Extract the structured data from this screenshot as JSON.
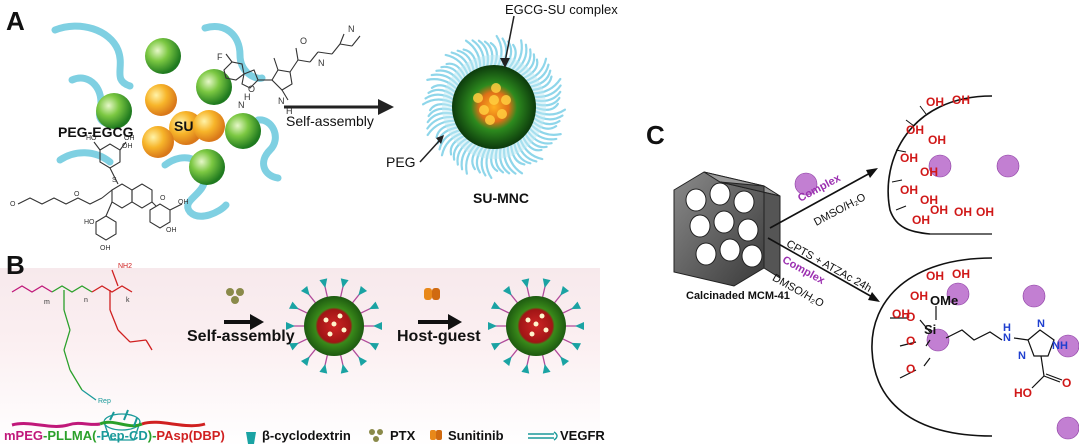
{
  "panel_a": {
    "letter": "A",
    "egcg_su_label": "EGCG-SU complex",
    "su_label": "SU",
    "peg_egcg_label": "PEG-EGCG",
    "arrow_label": "Self-assembly",
    "peg_label": "PEG",
    "nanocomplex_label": "SU-MNC"
  },
  "panel_b": {
    "letter": "B",
    "step1_label": "Self-assembly",
    "step2_label": "Host-guest",
    "polymer_name_parts": [
      "mPEG",
      "-PLLMA(",
      "-Pep-CD",
      ")-",
      "PAsp(DBP)"
    ],
    "polymer_name_colors": [
      "#c0187a",
      "#2aa02a",
      "#1a9a9a",
      "#2aa02a",
      "#d02020"
    ],
    "legend": [
      "β-cyclodextrin",
      "PTX",
      "Sunitinib",
      "VEGFR"
    ],
    "chem_labels": {
      "m": "m",
      "n": "n",
      "k": "k",
      "rep": "Rep",
      "nh2": "NH2"
    }
  },
  "panel_c": {
    "letter": "C",
    "material_label": "Calcinaded MCM-41",
    "upper_arrow_top": "Complex",
    "upper_arrow_bottom": "DMSO/H₂O",
    "lower_arrow_top1": "CPTS + ATZAc 24h",
    "lower_arrow_top2": "Complex",
    "lower_arrow_bottom": "DMSO/H₂O",
    "oh": "OH",
    "ome": "OMe",
    "si": "Si",
    "o": "O",
    "h": "H",
    "nh": "NH",
    "n": "N",
    "n_ring": "N",
    "ho": "HO"
  },
  "colors": {
    "complex_purple": "#9b2fb0",
    "oh_red": "#d01818",
    "n_blue": "#1f3fcf",
    "peg_cyan": "#6fc9dc",
    "sphere_green": "#3ea332",
    "sphere_orange": "#f2a31a"
  }
}
